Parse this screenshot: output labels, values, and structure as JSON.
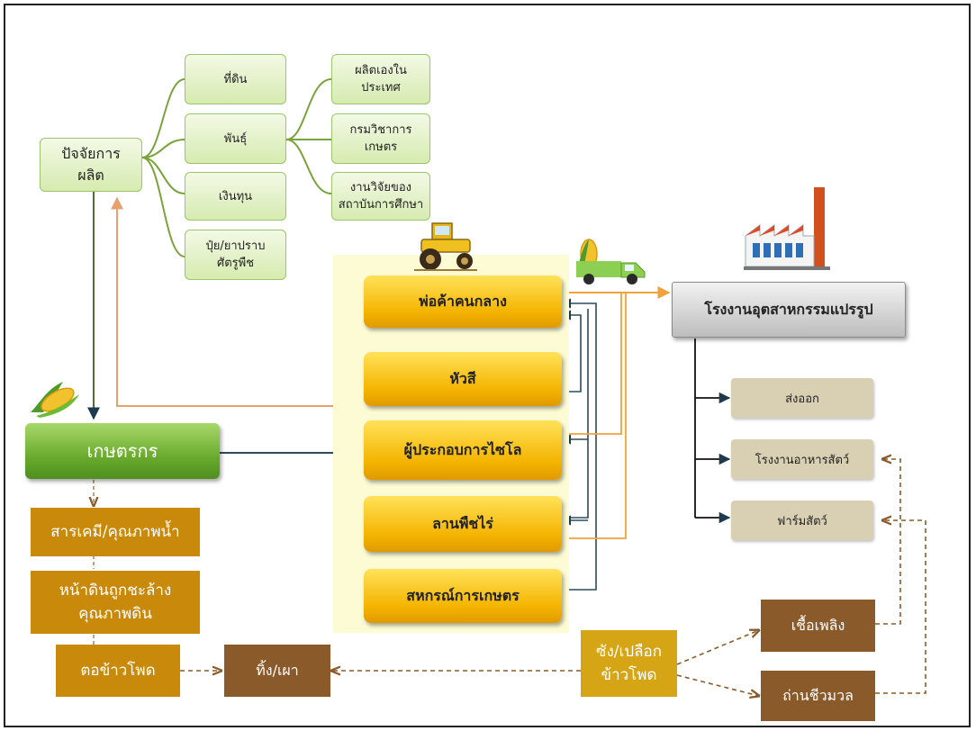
{
  "diagram": {
    "factors": {
      "root": "ปัจจัยการ\nผลิต",
      "items": [
        "ที่ดิน",
        "พันธุ์",
        "เงินทุน",
        "ปุ๋ย/ยาปราบ\nศัตรูพืช"
      ],
      "sources": [
        "ผลิตเองใน\nประเทศ",
        "กรมวิชาการ\nเกษตร",
        "งานวิจัยของ\nสถาบันการศึกษา"
      ]
    },
    "farmer": "เกษตรกร",
    "chain": [
      "พ่อค้าคนกลาง",
      "หัวสี",
      "ผู้ประกอบการไซโล",
      "ลานพืชไร่",
      "สหกรณ์การเกษตร"
    ],
    "factory": "โรงงานอุตสาหกรรมแปรรูป",
    "outputs": [
      "ส่งออก",
      "โรงงานอาหารสัตว์",
      "ฟาร์มสัตว์"
    ],
    "impacts": [
      "สารเคมี/คุณภาพน้ำ",
      "หน้าดินถูกชะล้าง\nคุณภาพดิน",
      "ตอข้าวโพด"
    ],
    "waste": {
      "burn": "ทิ้ง/เผา",
      "residue": "ซัง/เปลือก\nข้าวโพด",
      "fuel": "เชื้อเพลิง",
      "charcoal": "ถ่านชีวมวล"
    },
    "colors": {
      "supply_arrow": "#1f3a4d",
      "market_arrow": "#f2a23a",
      "residue_arrow": "#8b5a2b",
      "chain_box": "#f4b400",
      "farmer_box": "#6aab2e"
    }
  }
}
